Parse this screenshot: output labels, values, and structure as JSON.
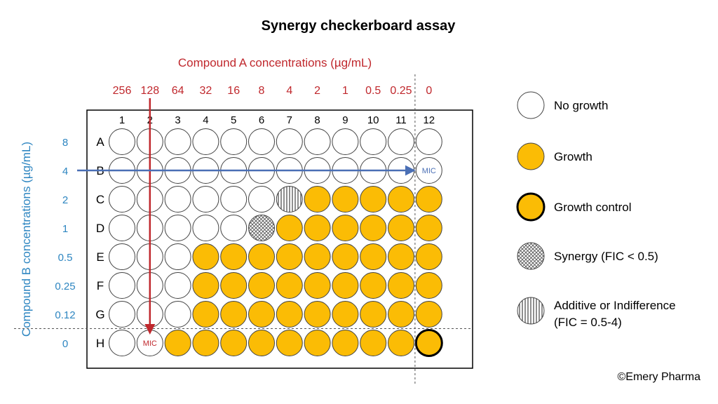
{
  "title": "Synergy checkerboard assay",
  "compound_a": {
    "label": "Compound A concentrations (µg/mL)",
    "concentrations": [
      "256",
      "128",
      "64",
      "32",
      "16",
      "8",
      "4",
      "2",
      "1",
      "0.5",
      "0.25",
      "0"
    ]
  },
  "compound_b": {
    "label": "Compound B concentrations (µg/mL)",
    "concentrations": [
      "8",
      "4",
      "2",
      "1",
      "0.5",
      "0.25",
      "0.12",
      "0"
    ]
  },
  "plate": {
    "columns": [
      "1",
      "2",
      "3",
      "4",
      "5",
      "6",
      "7",
      "8",
      "9",
      "10",
      "11",
      "12"
    ],
    "rows": [
      "A",
      "B",
      "C",
      "D",
      "E",
      "F",
      "G",
      "H"
    ],
    "wells": [
      "NNNNNNNNNNNN",
      "NNNNNNNNNNNN",
      "NNNNNNAGGGGG",
      "NNNNNSGGGGGG",
      "NNNGGGGGGGGG",
      "NNNGGGGGGGGG",
      "NNNGGGGGGGGG",
      "NNGGGGGGGGGC"
    ],
    "well_codes": {
      "N": "no_growth",
      "G": "growth",
      "C": "growth_control",
      "S": "synergy",
      "A": "additive"
    }
  },
  "mic_markers": [
    {
      "row": "H",
      "column": "2",
      "text": "MIC",
      "color": "#c0282d"
    },
    {
      "row": "B",
      "column": "12",
      "text": "MIC",
      "color": "#4a6fb5"
    }
  ],
  "legend": [
    {
      "key": "no_growth",
      "label": "No growth"
    },
    {
      "key": "growth",
      "label": "Growth"
    },
    {
      "key": "growth_control",
      "label": "Growth control"
    },
    {
      "key": "synergy",
      "label": "Synergy (FIC < 0.5)"
    },
    {
      "key": "additive",
      "label": "Additive or Indifference",
      "label2": "(FIC = 0.5-4)"
    }
  ],
  "copyright": "©Emery Pharma",
  "colors": {
    "growth": "#fbbc05",
    "compound_a": "#c0282d",
    "compound_b": "#2e86c1",
    "arrow_b": "#4a6fb5",
    "border": "#000000"
  }
}
